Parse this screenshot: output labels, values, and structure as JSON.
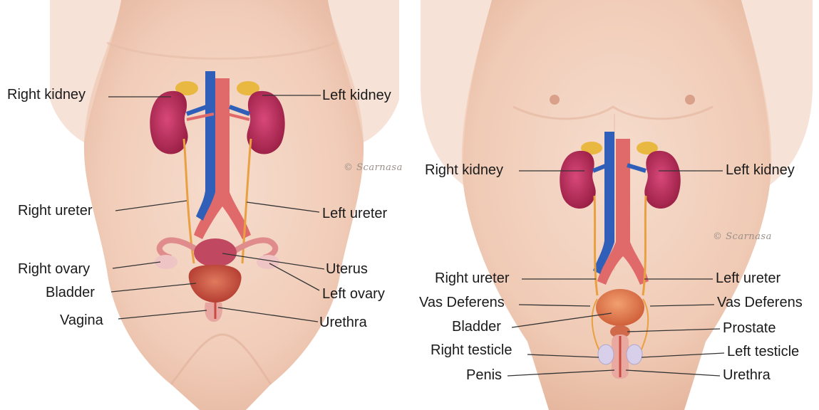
{
  "female": {
    "labels": {
      "right_kidney": "Right kidney",
      "left_kidney": "Left kidney",
      "right_ureter": "Right ureter",
      "left_ureter": "Left ureter",
      "right_ovary": "Right ovary",
      "uterus": "Uterus",
      "bladder": "Bladder",
      "left_ovary": "Left ovary",
      "vagina": "Vagina",
      "urethra": "Urethra"
    },
    "signature": "© Scarnasa"
  },
  "male": {
    "labels": {
      "right_kidney": "Right kidney",
      "left_kidney": "Left kidney",
      "right_ureter": "Right ureter",
      "left_ureter": "Left ureter",
      "vas_deferens_right": "Vas Deferens",
      "vas_deferens_left": "Vas Deferens",
      "bladder": "Bladder",
      "prostate": "Prostate",
      "right_testicle": "Right testicle",
      "left_testicle": "Left testicle",
      "penis": "Penis",
      "urethra": "Urethra"
    },
    "signature": "© Scarnasa"
  },
  "colors": {
    "skin": "#f3d2c0",
    "skin_shadow": "#e3b49d",
    "kidney": "#b02850",
    "vein": "#2f5fb8",
    "artery": "#e06a6a",
    "ureter": "#e8a040",
    "adrenal": "#e8b840",
    "bladder": "#c84a40",
    "leader_line": "#333333"
  }
}
